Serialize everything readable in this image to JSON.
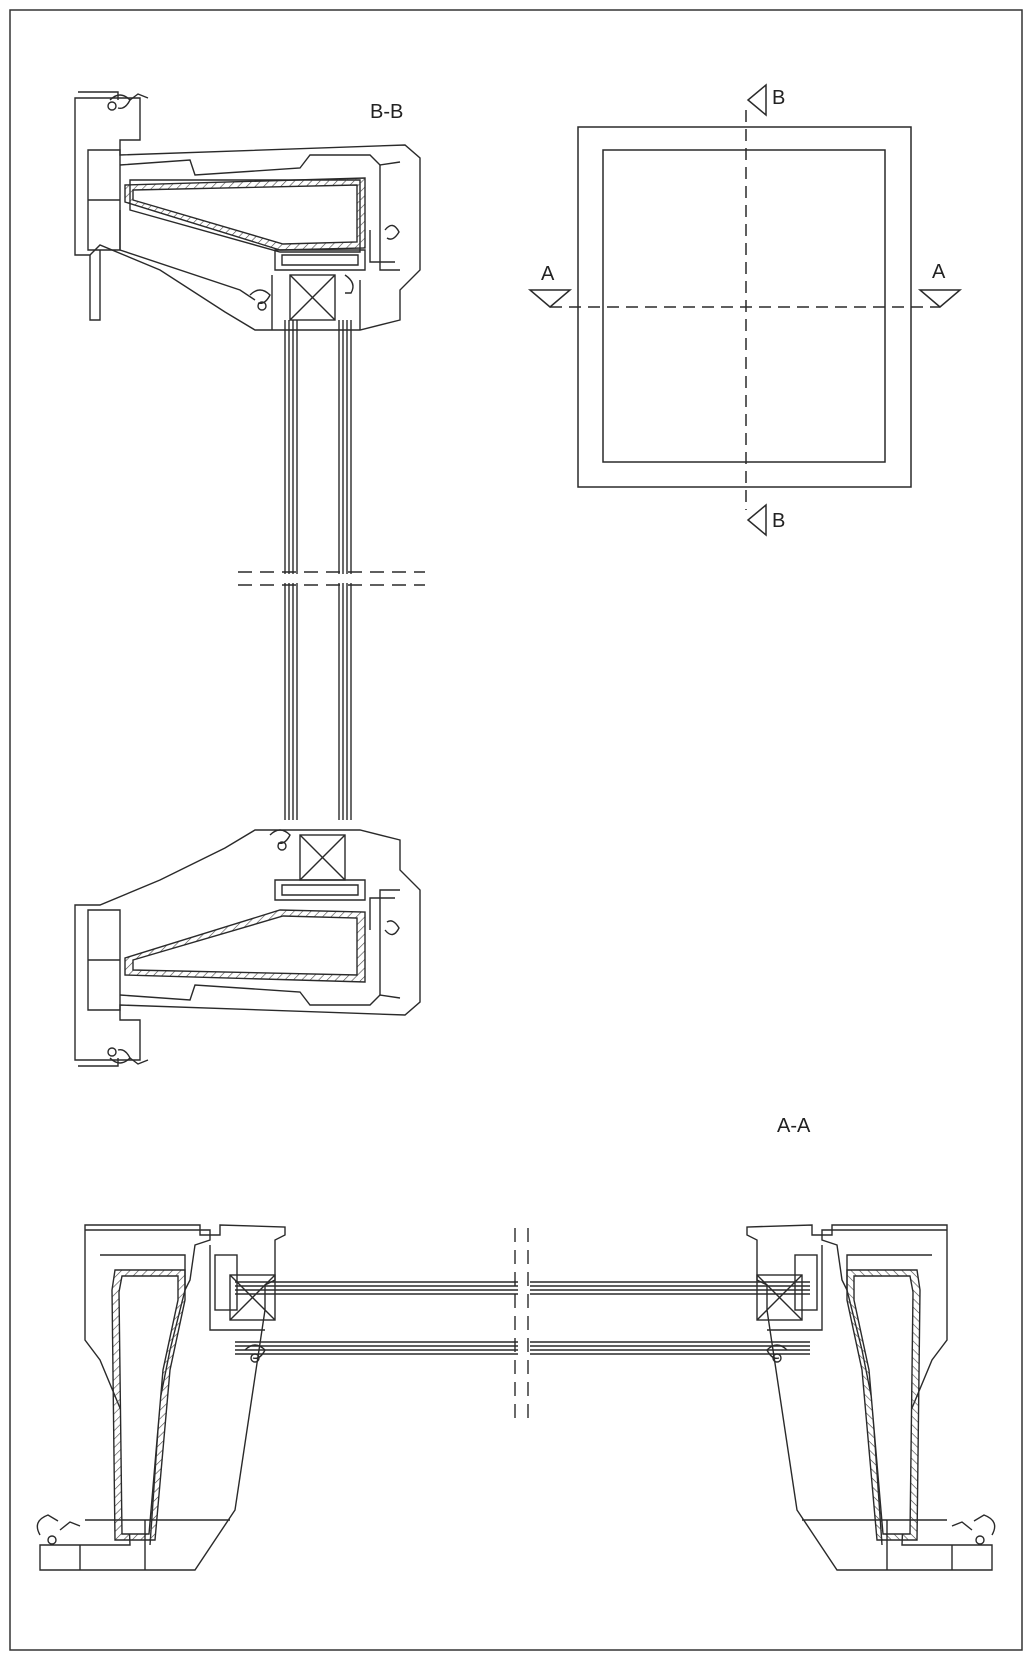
{
  "sections": {
    "bb_title": "B-B",
    "aa_title": "A-A"
  },
  "key_plan": {
    "marker_a_left": "A",
    "marker_a_right": "A",
    "marker_b_top": "B",
    "marker_b_bottom": "B"
  },
  "colors": {
    "line": "#2a2a2a",
    "paper": "#ffffff",
    "hatch": "#555555"
  }
}
